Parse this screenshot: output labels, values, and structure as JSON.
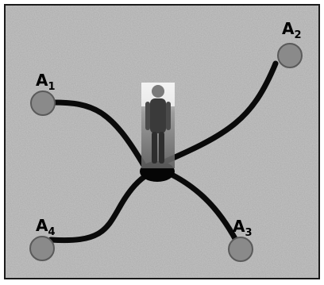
{
  "diagram": {
    "nodes": [
      {
        "id": "A1",
        "letter": "A",
        "subscript": "1"
      },
      {
        "id": "A2",
        "letter": "A",
        "subscript": "2"
      },
      {
        "id": "A3",
        "letter": "A",
        "subscript": "3"
      },
      {
        "id": "A4",
        "letter": "A",
        "subscript": "4"
      }
    ],
    "hub_image": "standing-figure",
    "colors": {
      "background": "#c4c4c4",
      "node_fill": "#8a8a8a",
      "node_stroke": "#5a5a5a",
      "wire": "#0a0a0a",
      "frame": "#1a1a1a"
    }
  }
}
